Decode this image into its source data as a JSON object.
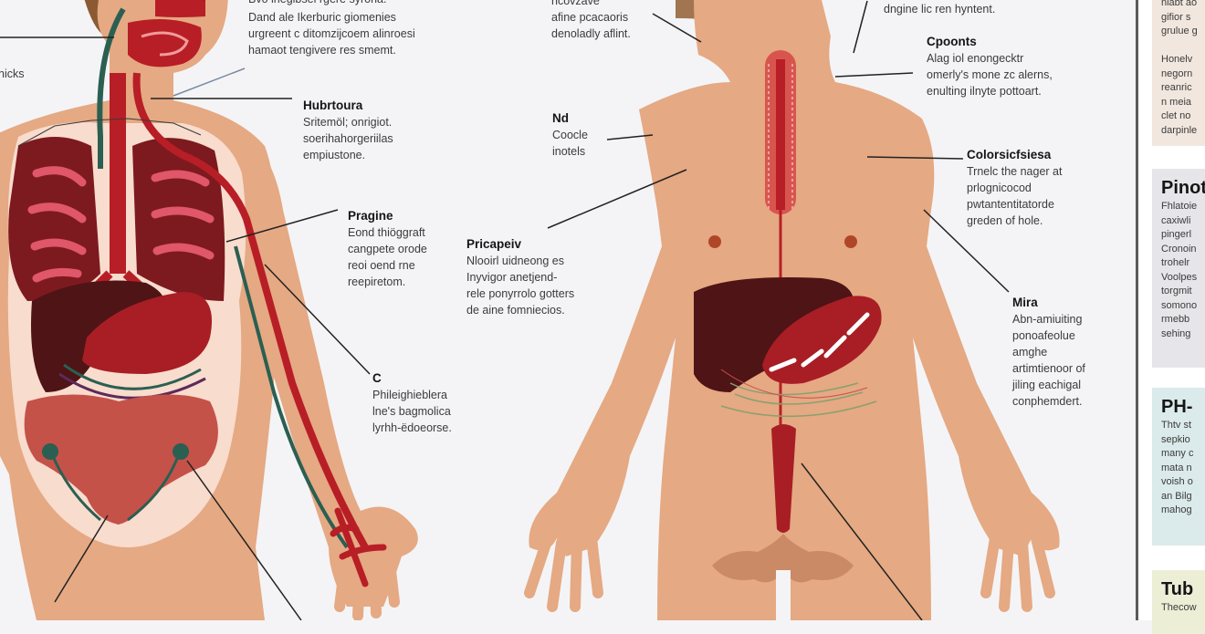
{
  "diagram": {
    "left_figure": {
      "top_fragment": "Bvo lnegibsel rgere syroria.",
      "labels": [
        {
          "title": "",
          "body": "Dand ale Ikerburic giomenies\nurgreent c ditomzijcoem alinroesi\nhamaot tengivere res smemt."
        },
        {
          "title": "Hubrtoura",
          "body": "Sritemöl; onrigiot.\nsoerihahorgeriilas\nempiustone."
        },
        {
          "title": "Pragine",
          "body": "Eond thiöggraft\ncangpete orode\nreoi oend rne\nreepiretom."
        },
        {
          "title": "C",
          "body": "Phileighieblera\nlne's bagmolica\nlyrhh-ëdoeorse."
        }
      ],
      "left_edge_fragment": "nicks"
    },
    "right_figure": {
      "top_fragment": "ncovzave\nafine pcacaoris\ndenoladly aflint.",
      "labels": [
        {
          "title": "Nd",
          "body": "Coocle\ninotels"
        },
        {
          "title": "Pricapeiv",
          "body": "Nlooirl uidneong es\nInyvigor anetjend-\nrele ponyrrolo gotters\nde aine fomniecios."
        },
        {
          "title": "",
          "body": "dngine lic ren hyntent."
        },
        {
          "title": "Cpoonts",
          "body": "Alag iol enongecktr\nomerly's mone zc alerns,\nenulting ilnyte pottoart."
        },
        {
          "title": "Colorsicfsiesa",
          "body": "Trnelc the nager at\nprlognicocod\npwtantentitatorde\ngreden of hole."
        },
        {
          "title": "Mira",
          "body": "Abn-amiuiting\nponoafeolue\namghe\nartimtienoor of\njiling eachigal\nconphemdert."
        }
      ]
    },
    "side_panel": {
      "cards": [
        {
          "title": "",
          "body": "niabt ao\ngifior s\ngrulue g\n\nHonelv\nnegorn\nreanric\nn meia\nclet no\ndarpinle",
          "bg": "#f1e7df"
        },
        {
          "title": "Pinot",
          "body": "Fhlatoie\ncaxiwli\npingerl\nCronoin\ntrohelr\nVoolpes\ntorgmit\nsomono\nrmebb\nsehing",
          "bg": "#e6e6ea"
        },
        {
          "title": "PH-",
          "body": "Thtv st\nsepkio\nmany c\nmata n\nvoish o\nan Bilg\nmahog",
          "bg": "#dbeaea"
        },
        {
          "title": "Tub",
          "body": "Thecow",
          "bg": "#ecefd6"
        }
      ]
    },
    "colors": {
      "skin": "#e5a983",
      "skin_shadow": "#c98a65",
      "lung_dark": "#7d1a1f",
      "lung_light": "#e0566a",
      "artery": "#b81e26",
      "vein": "#2b5f52",
      "liver": "#4e1416",
      "stomach": "#a81e24",
      "intestine": "#c45249",
      "cavity": "#f8dccd",
      "leader_line": "#222222"
    }
  }
}
